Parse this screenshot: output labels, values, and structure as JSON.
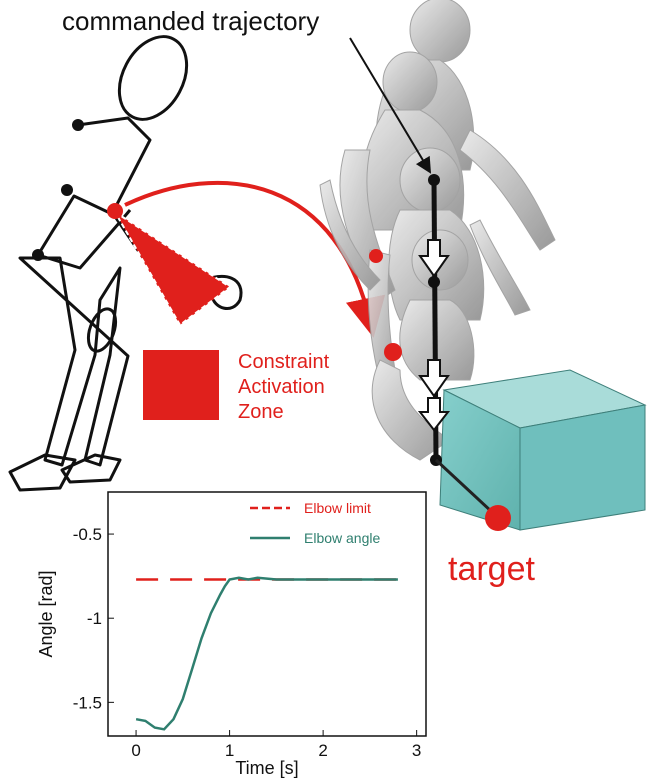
{
  "labels": {
    "commanded_trajectory": "commanded trajectory",
    "constraint_line1": "Constraint",
    "constraint_line2": "Activation",
    "constraint_line3": "Zone",
    "target": "target"
  },
  "colors": {
    "red": "#e0201c",
    "teal": "#6fbfbd",
    "teal_dark": "#3e7f7a",
    "figure_gray": "#bdbdbd",
    "line_teal": "#2f7f6f"
  },
  "chart_data": {
    "type": "line",
    "xlabel": "Time [s]",
    "ylabel": "Angle [rad]",
    "xlim": [
      -0.3,
      3.1
    ],
    "ylim": [
      -1.7,
      -0.25
    ],
    "xticks": [
      0,
      1,
      2,
      3
    ],
    "yticks": [
      -0.5,
      -1,
      -1.5
    ],
    "xtick_labels": [
      "0",
      "1",
      "2",
      "3"
    ],
    "ytick_labels": [
      "-0.5",
      "-1",
      "-1.5"
    ],
    "legend_position": "top-right",
    "series": [
      {
        "name": "Elbow limit",
        "style": "dashed",
        "color": "#e0201c",
        "x": [
          0,
          2.8
        ],
        "y": [
          -0.77,
          -0.77
        ]
      },
      {
        "name": "Elbow angle",
        "style": "solid",
        "color": "#2f7f6f",
        "x": [
          0,
          0.1,
          0.2,
          0.3,
          0.4,
          0.5,
          0.6,
          0.7,
          0.8,
          0.9,
          0.95,
          1.0,
          1.1,
          1.2,
          1.3,
          1.5,
          2.0,
          2.5,
          2.8
        ],
        "y": [
          -1.6,
          -1.61,
          -1.65,
          -1.66,
          -1.6,
          -1.48,
          -1.3,
          -1.12,
          -0.97,
          -0.86,
          -0.81,
          -0.77,
          -0.76,
          -0.77,
          -0.76,
          -0.77,
          -0.77,
          -0.77,
          -0.77
        ]
      }
    ]
  }
}
